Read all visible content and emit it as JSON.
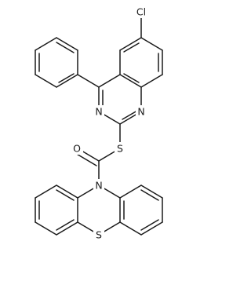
{
  "structure": {
    "atom_labels": {
      "chlorine": "Cl",
      "n1": "N",
      "n3": "N",
      "sulfur_thioester": "S",
      "oxygen": "O",
      "n_phenothiazine": "N",
      "sulfur_ring": "S"
    }
  }
}
